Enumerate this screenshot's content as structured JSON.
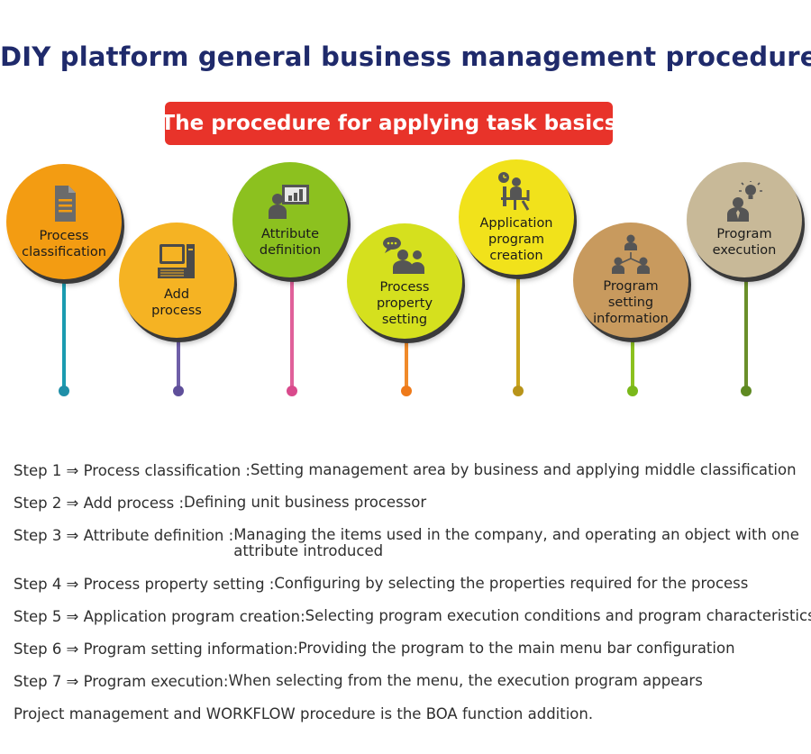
{
  "title": "DIY platform general business management procedure",
  "banner": "The procedure for applying task basics",
  "process_steps": [
    {
      "label": "Process\nclassification",
      "icon": "document-icon",
      "color": "#f39c12",
      "stem_color": "#1a9bb0",
      "dot_color": "#1f8fa8"
    },
    {
      "label": "Add\nprocess",
      "icon": "computer-icon",
      "color": "#f5b323",
      "stem_color": "#6f5fa8",
      "dot_color": "#5f4f9a"
    },
    {
      "label": "Attribute\ndefinition",
      "icon": "presentation-chart-icon",
      "color": "#8cc11f",
      "stem_color": "#e0609a",
      "dot_color": "#d94a8c"
    },
    {
      "label": "Process\nproperty\nsetting",
      "icon": "discussion-people-icon",
      "color": "#d5e01e",
      "stem_color": "#f08a2a",
      "dot_color": "#ee7a1a"
    },
    {
      "label": "Application\nprogram\ncreation",
      "icon": "person-at-desk-icon",
      "color": "#f1e21b",
      "stem_color": "#c9a41c",
      "dot_color": "#b8941a"
    },
    {
      "label": "Program\nsetting\ninformation",
      "icon": "team-network-icon",
      "color": "#c89a5e",
      "stem_color": "#8cc11f",
      "dot_color": "#7ab81a"
    },
    {
      "label": "Program\nexecution",
      "icon": "idea-person-icon",
      "color": "#c8b998",
      "stem_color": "#6a8f2a",
      "dot_color": "#5f8a22"
    }
  ],
  "steps": [
    {
      "lead": "Step 1 ⇒ Process classification : ",
      "desc": "Setting management area by business and applying middle classification"
    },
    {
      "lead": "Step 2 ⇒ Add process : ",
      "desc": "Defining unit business processor"
    },
    {
      "lead": "Step 3 ⇒ Attribute definition : ",
      "desc": "Managing the items used in the company, and operating an object with one\nattribute introduced"
    },
    {
      "lead": "Step 4 ⇒ Process property setting : ",
      "desc": "Configuring by selecting the properties required for the process"
    },
    {
      "lead": "Step 5 ⇒ Application program creation: ",
      "desc": "Selecting program execution conditions and program characteristics"
    },
    {
      "lead": "Step 6 ⇒ Program setting information: ",
      "desc": "Providing the program to the main menu bar configuration"
    },
    {
      "lead": "Step 7 ⇒ Program execution: ",
      "desc": "When selecting from the menu, the execution program appears"
    }
  ],
  "footer": "Project management and WORKFLOW procedure is the BOA function addition."
}
